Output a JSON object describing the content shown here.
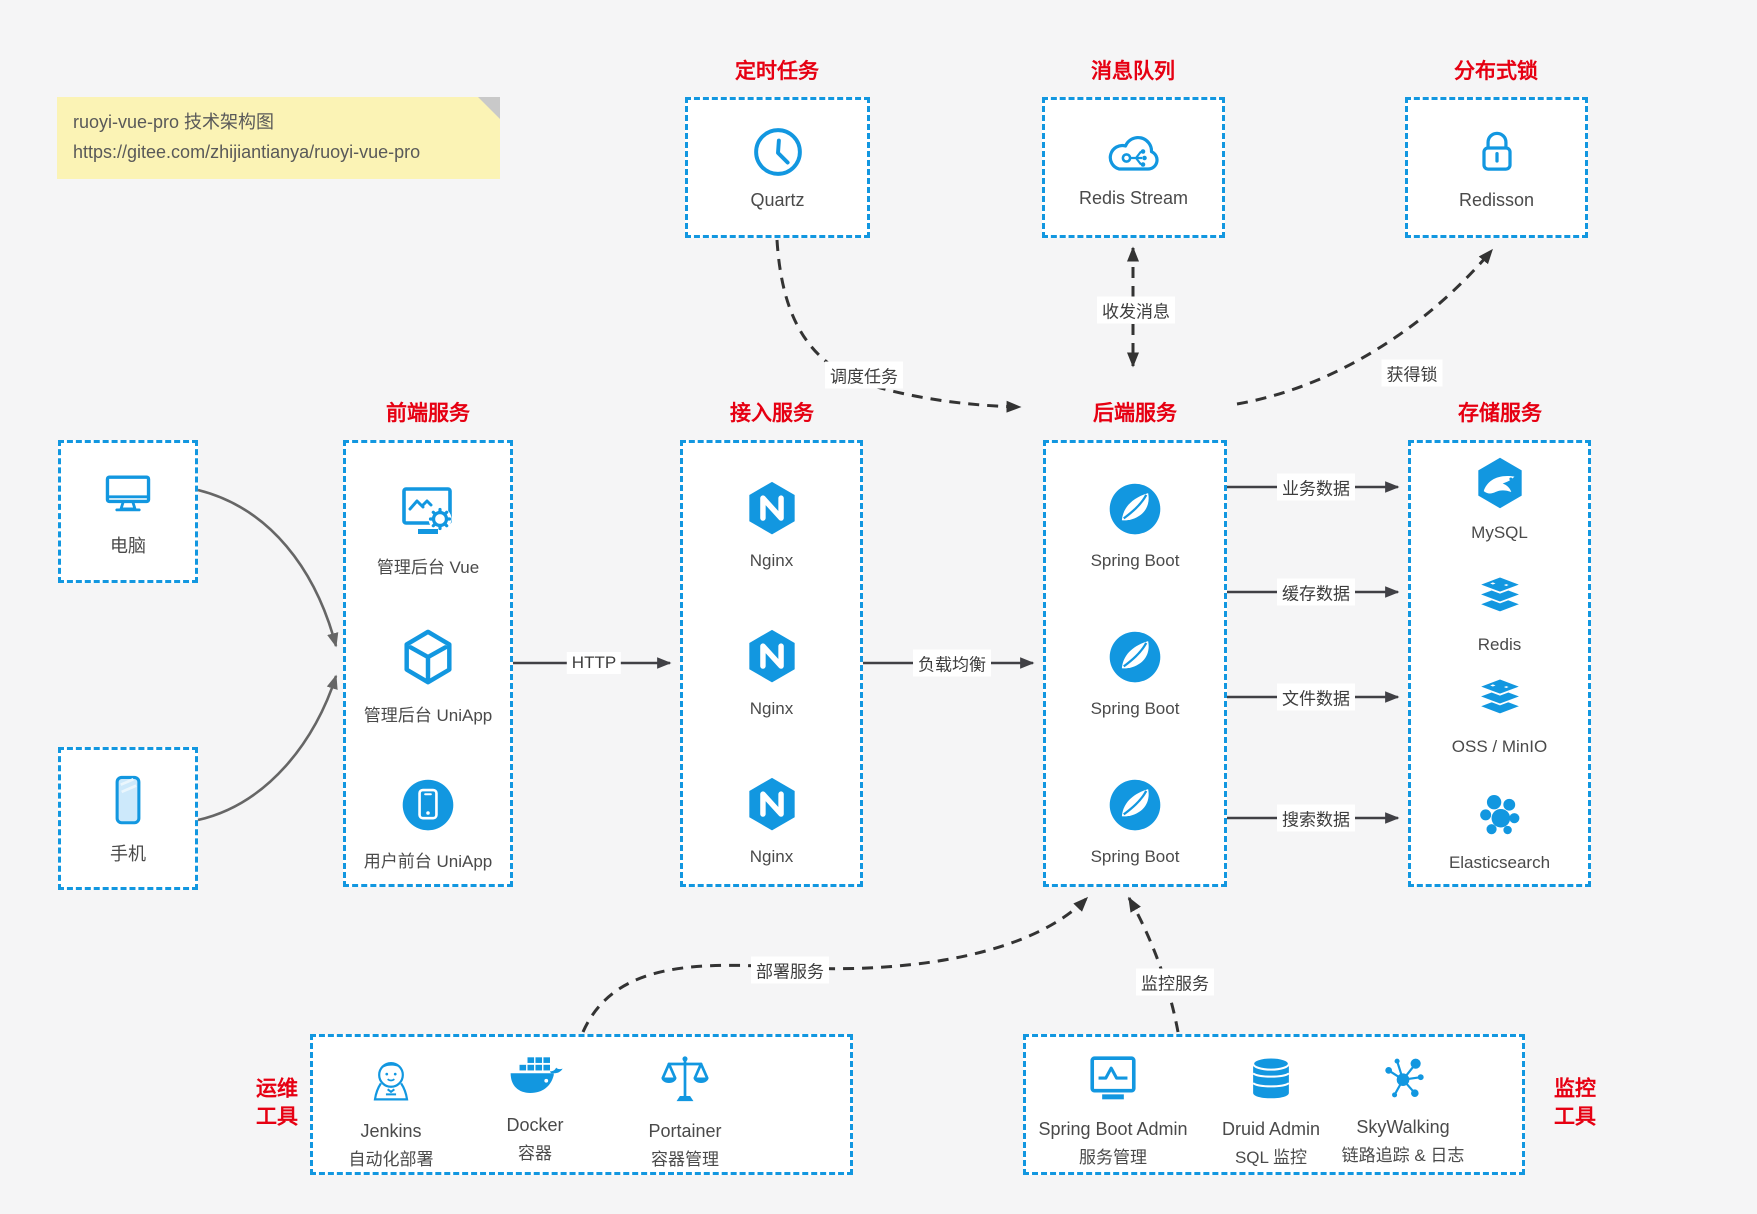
{
  "title_note": {
    "line1": "ruoyi-vue-pro 技术架构图",
    "line2": "https://gitee.com/zhijiantianya/ruoyi-vue-pro"
  },
  "colors": {
    "accent_blue": "#1297e0",
    "heading_red": "#e60012",
    "note_yellow": "#fbf3b5",
    "canvas_gray": "#f5f5f6",
    "solid_arrow": "#404045",
    "dashed_arrow": "#333333"
  },
  "top_services": [
    {
      "title": "定时任务",
      "label": "Quartz",
      "icon": "clock-icon"
    },
    {
      "title": "消息队列",
      "label": "Redis Stream",
      "icon": "cloud-stream-icon"
    },
    {
      "title": "分布式锁",
      "label": "Redisson",
      "icon": "lock-icon"
    }
  ],
  "clients": [
    {
      "label": "电脑",
      "icon": "desktop-icon"
    },
    {
      "label": "手机",
      "icon": "smartphone-icon"
    }
  ],
  "columns": {
    "frontend": {
      "title": "前端服务",
      "items": [
        {
          "label": "管理后台 Vue",
          "icon": "admin-vue-icon"
        },
        {
          "label": "管理后台 UniApp",
          "icon": "uniapp-cube-icon"
        },
        {
          "label": "用户前台 UniApp",
          "icon": "mobile-app-icon"
        }
      ]
    },
    "gateway": {
      "title": "接入服务",
      "items": [
        {
          "label": "Nginx",
          "icon": "nginx-icon"
        },
        {
          "label": "Nginx",
          "icon": "nginx-icon"
        },
        {
          "label": "Nginx",
          "icon": "nginx-icon"
        }
      ]
    },
    "backend": {
      "title": "后端服务",
      "items": [
        {
          "label": "Spring Boot",
          "icon": "spring-icon"
        },
        {
          "label": "Spring Boot",
          "icon": "spring-icon"
        },
        {
          "label": "Spring Boot",
          "icon": "spring-icon"
        }
      ]
    },
    "storage": {
      "title": "存储服务",
      "items": [
        {
          "label": "MySQL",
          "icon": "mysql-icon"
        },
        {
          "label": "Redis",
          "icon": "redis-stack-icon"
        },
        {
          "label": "OSS / MinIO",
          "icon": "oss-minio-stack-icon"
        },
        {
          "label": "Elasticsearch",
          "icon": "elasticsearch-icon"
        }
      ]
    }
  },
  "edges": {
    "schedule": "调度任务",
    "messages": "收发消息",
    "lock": "获得锁",
    "http": "HTTP",
    "load_balance": "负载均衡",
    "business": "业务数据",
    "cache": "缓存数据",
    "file": "文件数据",
    "search": "搜索数据",
    "deploy": "部署服务",
    "monitor": "监控服务"
  },
  "ops_tools": {
    "title_line1": "运维",
    "title_line2": "工具",
    "items": [
      {
        "name": "Jenkins",
        "desc": "自动化部署",
        "icon": "jenkins-icon"
      },
      {
        "name": "Docker",
        "desc": "容器",
        "icon": "docker-icon"
      },
      {
        "name": "Portainer",
        "desc": "容器管理",
        "icon": "portainer-icon"
      }
    ]
  },
  "monitor_tools": {
    "title_line1": "监控",
    "title_line2": "工具",
    "items": [
      {
        "name": "Spring Boot Admin",
        "desc": "服务管理",
        "icon": "spring-admin-icon"
      },
      {
        "name": "Druid Admin",
        "desc": "SQL 监控",
        "icon": "druid-db-icon"
      },
      {
        "name": "SkyWalking",
        "desc": "链路追踪 & 日志",
        "icon": "skywalking-icon"
      }
    ]
  }
}
